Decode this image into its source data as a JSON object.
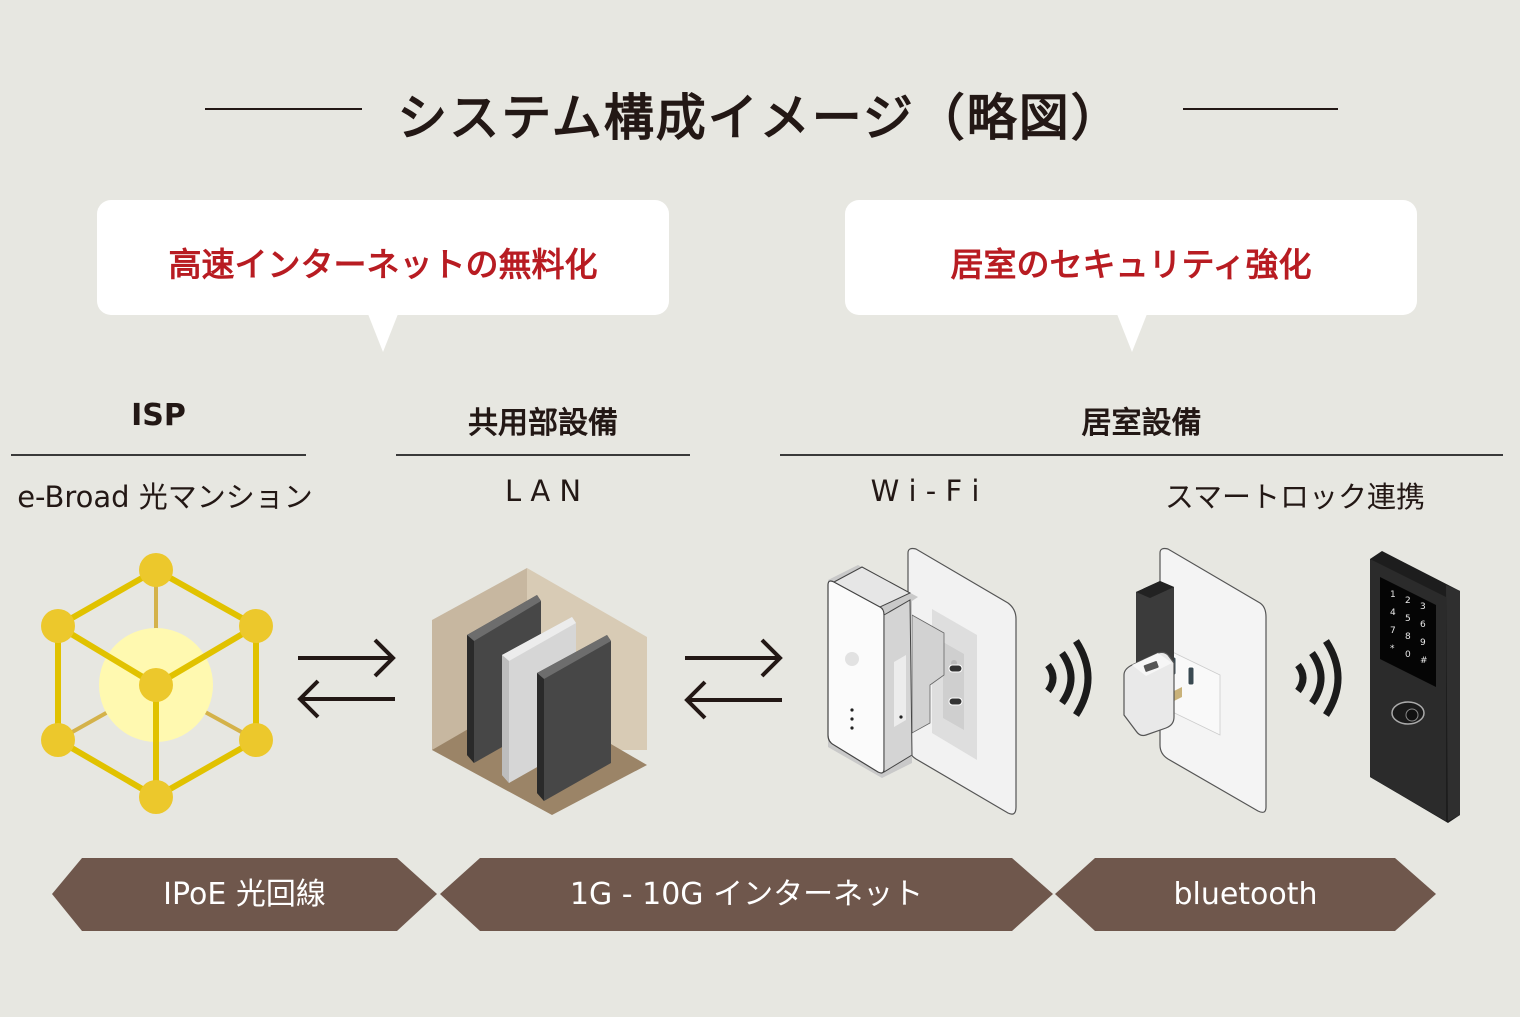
{
  "title": "システム構成イメージ（略図）",
  "callouts": [
    {
      "text": "高速インターネットの無料化"
    },
    {
      "text": "居室のセキュリティ強化"
    }
  ],
  "sections": [
    {
      "heading": "ISP",
      "subtitle": "e-Broad 光マンション"
    },
    {
      "heading": "共用部設備",
      "subtitle": "L A N"
    },
    {
      "heading": "居室設備",
      "subtitles": [
        "W i - F i",
        "スマートロック連携"
      ]
    }
  ],
  "banners": [
    {
      "label": "IPoE 光回線"
    },
    {
      "label": "1G - 10G インターネット"
    },
    {
      "label": "bluetooth"
    }
  ],
  "keypad": {
    "digits": [
      "1",
      "2",
      "3",
      "4",
      "5",
      "6",
      "7",
      "8",
      "9",
      "*",
      "0",
      "#"
    ]
  },
  "colors": {
    "background": "#e7e7e1",
    "text": "#231815",
    "accent_red": "#b81c22",
    "banner_brown": "#6f574c",
    "node_yellow": "#ecc82c",
    "glow_yellow": "#fff9b0"
  }
}
